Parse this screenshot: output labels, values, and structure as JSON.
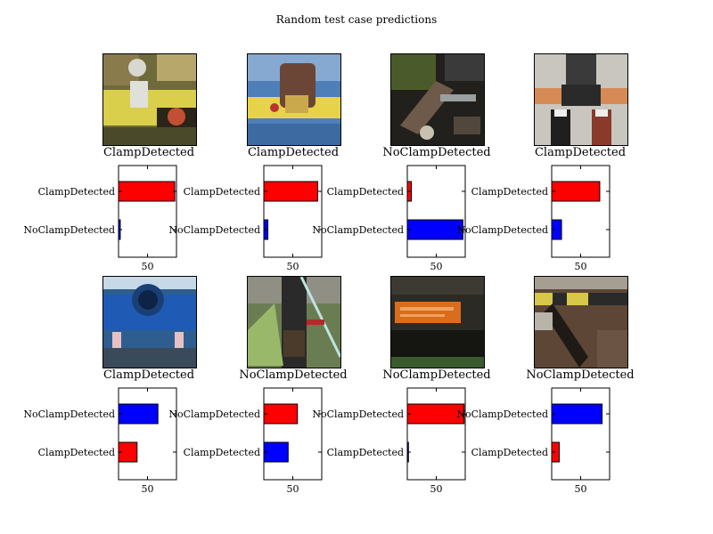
{
  "figure_title": "Random test case predictions",
  "chart_data": [
    {
      "type": "bar",
      "image_label": "ClampDetected",
      "categories": [
        "NoClampDetected",
        "ClampDetected"
      ],
      "values": [
        3,
        97
      ],
      "bar_colors": [
        "#0000ff",
        "#ff0000"
      ],
      "xticks": [
        50
      ],
      "xlim": [
        0,
        100
      ]
    },
    {
      "type": "bar",
      "image_label": "ClampDetected",
      "categories": [
        "NoClampDetected",
        "ClampDetected"
      ],
      "values": [
        7,
        93
      ],
      "bar_colors": [
        "#0000ff",
        "#ff0000"
      ],
      "xticks": [
        50
      ],
      "xlim": [
        0,
        100
      ]
    },
    {
      "type": "bar",
      "image_label": "NoClampDetected",
      "categories": [
        "NoClampDetected",
        "ClampDetected"
      ],
      "values": [
        96,
        7
      ],
      "bar_colors": [
        "#0000ff",
        "#ff0000"
      ],
      "xticks": [
        50
      ],
      "xlim": [
        0,
        100
      ]
    },
    {
      "type": "bar",
      "image_label": "ClampDetected",
      "categories": [
        "NoClampDetected",
        "ClampDetected"
      ],
      "values": [
        17,
        83
      ],
      "bar_colors": [
        "#0000ff",
        "#ff0000"
      ],
      "xticks": [
        50
      ],
      "xlim": [
        0,
        100
      ]
    },
    {
      "type": "bar",
      "image_label": "ClampDetected",
      "categories": [
        "ClampDetected",
        "NoClampDetected"
      ],
      "values": [
        32,
        68
      ],
      "bar_colors": [
        "#ff0000",
        "#0000ff"
      ],
      "xticks": [
        50
      ],
      "xlim": [
        0,
        100
      ]
    },
    {
      "type": "bar",
      "image_label": "NoClampDetected",
      "categories": [
        "ClampDetected",
        "NoClampDetected"
      ],
      "values": [
        42,
        58
      ],
      "bar_colors": [
        "#0000ff",
        "#ff0000"
      ],
      "xticks": [
        50
      ],
      "xlim": [
        0,
        100
      ]
    },
    {
      "type": "bar",
      "image_label": "NoClampDetected",
      "categories": [
        "ClampDetected",
        "NoClampDetected"
      ],
      "values": [
        2,
        98
      ],
      "bar_colors": [
        "#0000ff",
        "#ff0000"
      ],
      "xticks": [
        50
      ],
      "xlim": [
        0,
        100
      ]
    },
    {
      "type": "bar",
      "image_label": "NoClampDetected",
      "categories": [
        "ClampDetected",
        "NoClampDetected"
      ],
      "values": [
        13,
        87
      ],
      "bar_colors": [
        "#ff0000",
        "#0000ff"
      ],
      "xticks": [
        50
      ],
      "xlim": [
        0,
        100
      ]
    }
  ]
}
